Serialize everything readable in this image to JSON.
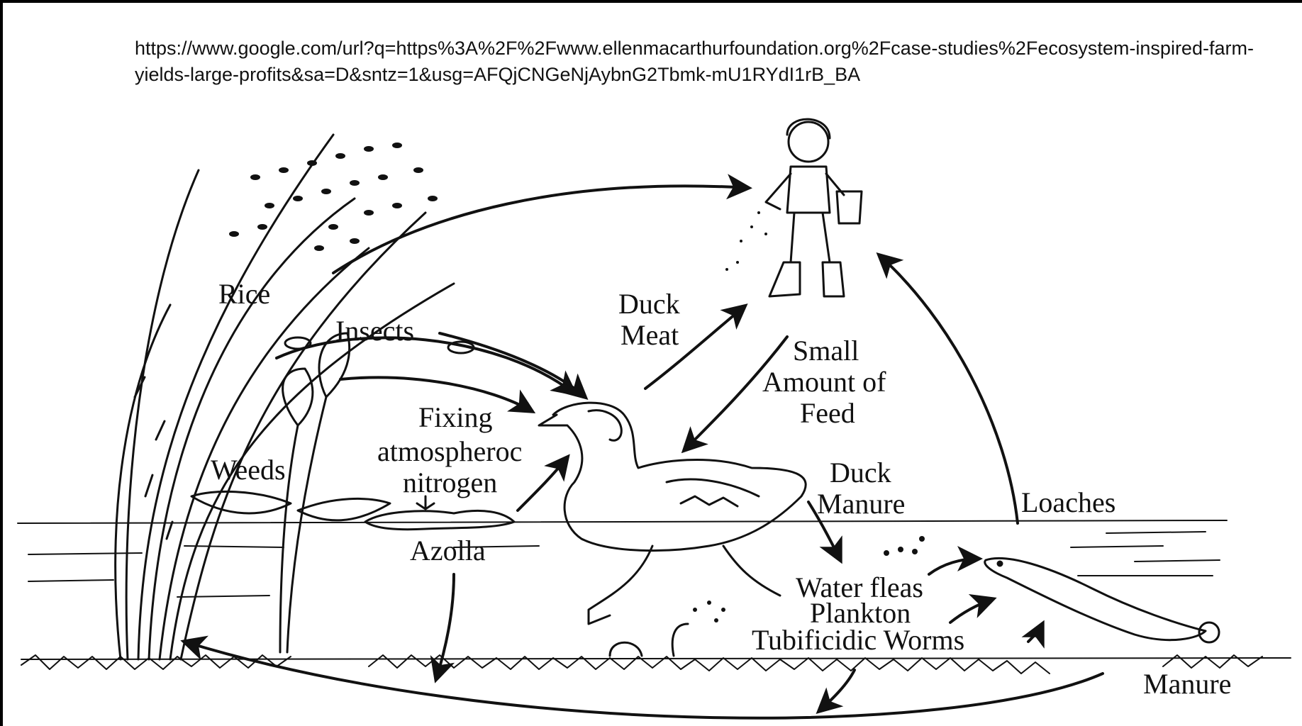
{
  "source_url": "https://www.google.com/url?q=https%3A%2F%2Fwww.ellenmacarthurfoundation.org%2Fcase-studies%2Fecosystem-inspired-farm-yields-large-profits&sa=D&sntz=1&usg=AFQjCNGeNjAybnG2Tbmk-mU1RYdI1rB_BA",
  "labels": {
    "rice": "Rice",
    "insects": "Insects",
    "weeds": "Weeds",
    "fixing_1": "Fixing",
    "fixing_2": "atmospheroc",
    "fixing_3": "nitrogen",
    "azolla": "Azolla",
    "duck_meat_1": "Duck",
    "duck_meat_2": "Meat",
    "feed_1": "Small",
    "feed_2": "Amount of",
    "feed_3": "Feed",
    "manure_1": "Duck",
    "manure_2": "Manure",
    "loaches": "Loaches",
    "water_fleas": "Water fleas",
    "plankton": "Plankton",
    "worms": "Tubificidic Worms",
    "manure": "Manure"
  }
}
